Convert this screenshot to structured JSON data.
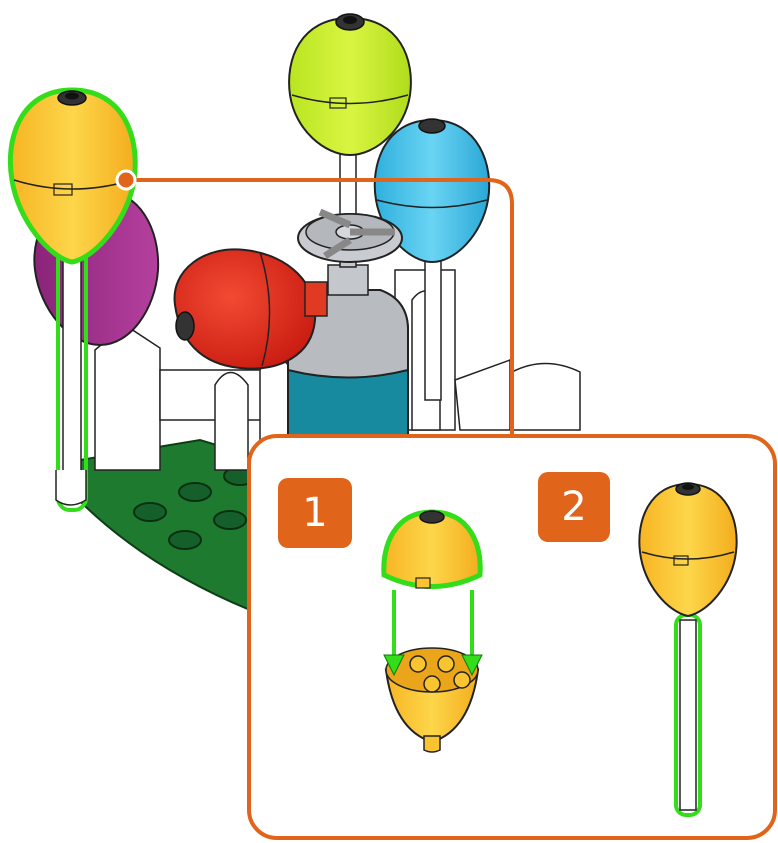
{
  "steps": [
    {
      "number": "1"
    },
    {
      "number": "2"
    }
  ],
  "colors": {
    "callout": "#e0651a",
    "highlight": "#33dd1a",
    "balloon_yellow": "#f9c430",
    "balloon_lime": "#c8ef2b",
    "balloon_cyan": "#45c3ea",
    "balloon_red": "#e42519",
    "balloon_purple": "#a0308c",
    "baseplate_green": "#1e7a2e",
    "tank_teal": "#178aa0",
    "tank_grey": "#b8bcc0"
  },
  "icons": [
    "balloon-yellow",
    "balloon-lime",
    "balloon-cyan",
    "balloon-red",
    "balloon-purple",
    "gas-tank",
    "fence",
    "baseplate",
    "stick"
  ]
}
